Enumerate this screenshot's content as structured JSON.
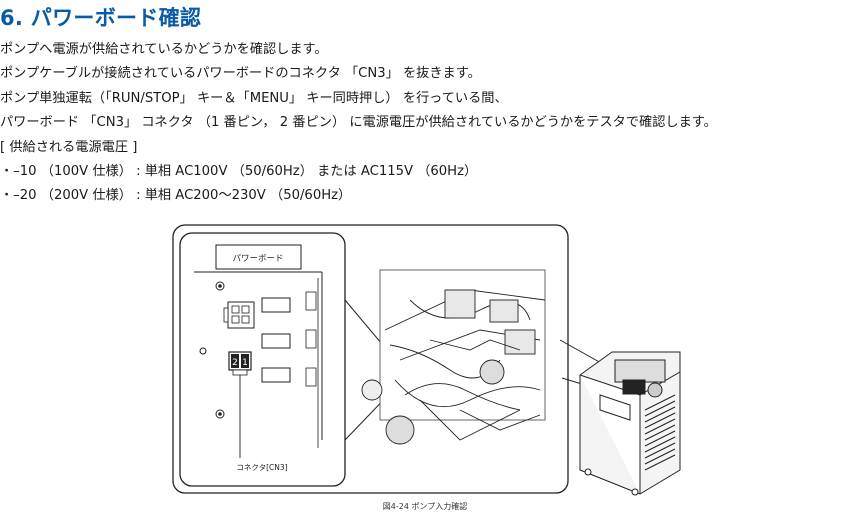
{
  "title": "6. パワーボード確認",
  "body": {
    "lines": [
      "ポンプへ電源が供給されているかどうかを確認します。",
      "ポンプケーブルが接続されているパワーボードのコネクタ 「CN3」 を抜きます。",
      "ポンプ単独運転（「RUN/STOP」 キー＆「MENU」 キー同時押し） を行っている間、",
      "パワーボード 「CN3」 コネクタ （1 番ピン， 2 番ピン） に電源電圧が供給されているかどうかをテスタで確認します。",
      "[ 供給される電源電圧 ]",
      "・–10 （100V 仕様） : 単相 AC100V （50/60Hz） または AC115V （60Hz）",
      "・–20 （200V 仕様） : 単相 AC200〜230V （50/60Hz）"
    ]
  },
  "figure": {
    "board_label": "パワーボード",
    "connector_label": "コネクタ[CN3]",
    "pin_label_1": "2",
    "pin_label_2": "1",
    "caption": "図4-24 ポンプ入力確認"
  }
}
